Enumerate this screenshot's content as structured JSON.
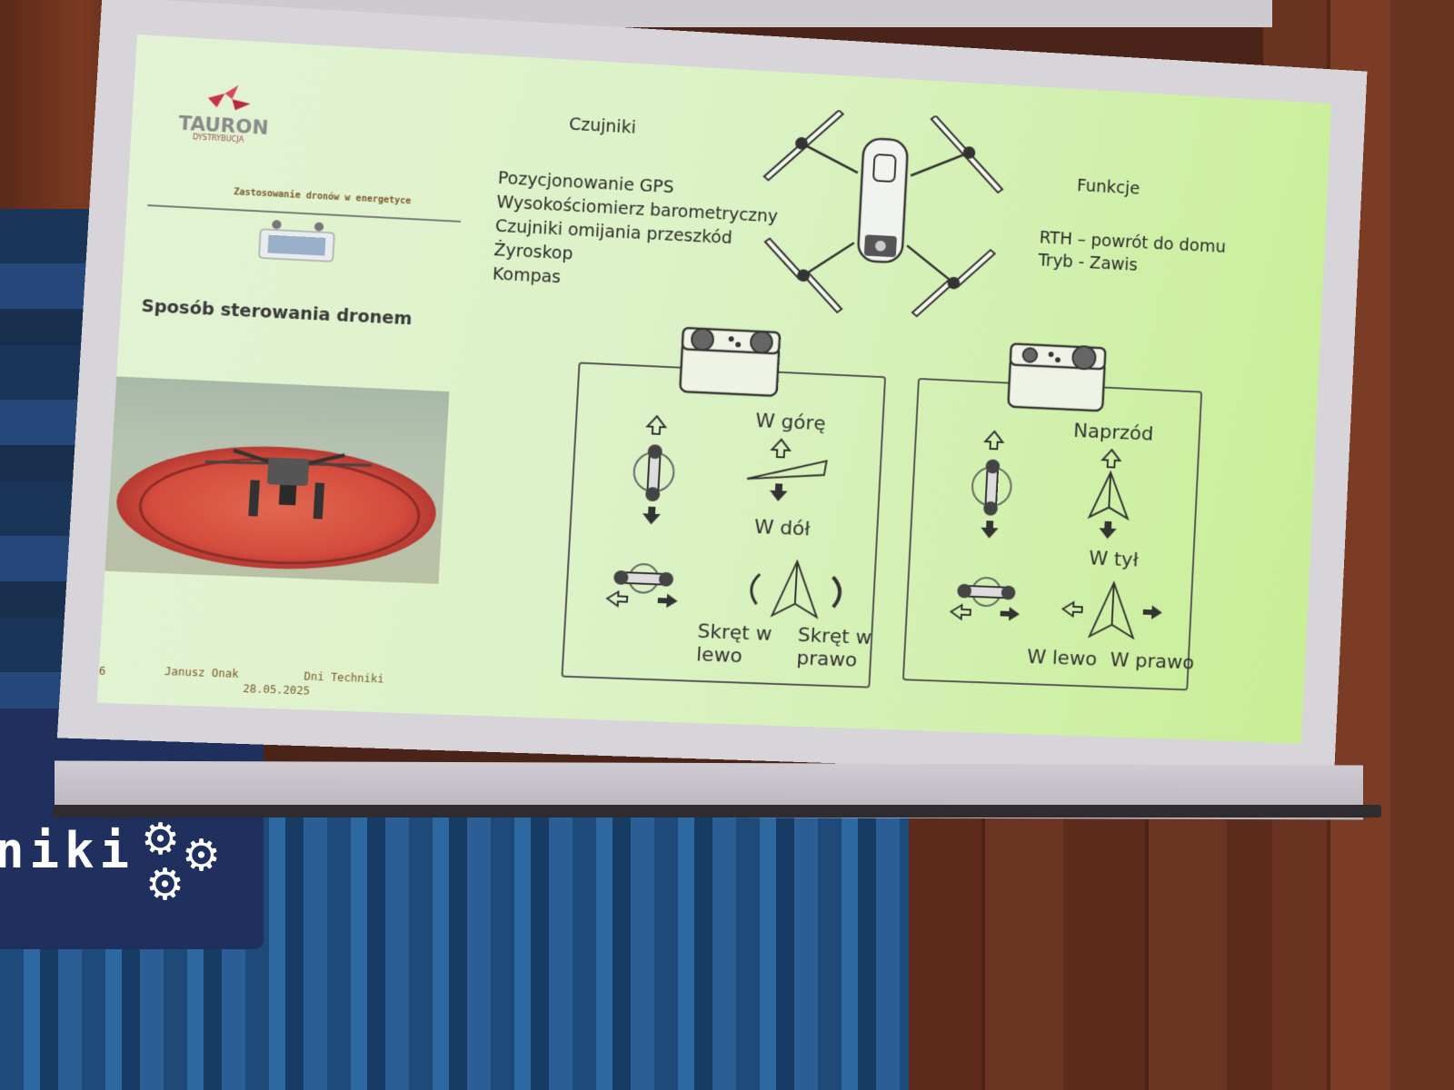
{
  "slide": {
    "logo_word": "TAURON",
    "logo_sub": "DYSTRYBUCJA",
    "section_title": "Zastosowanie dronów w energetyce",
    "heading": "Sposób sterowania dronem",
    "sensors_title": "Czujniki",
    "sensors": [
      "Pozycjonowanie GPS",
      "Wysokościomierz barometryczny",
      "Czujniki omijania przeszkód",
      "Żyroskop",
      "Kompas"
    ],
    "functions_title": "Funkcje",
    "functions": [
      "RTH – powrót do domu",
      "Tryb - Zawis"
    ],
    "left_controls": {
      "up": "W górę",
      "down": "W dół",
      "turn_left": [
        "Skręt w",
        "lewo"
      ],
      "turn_right": [
        "Skręt w",
        "prawo"
      ]
    },
    "right_controls": {
      "forward": "Naprzód",
      "back": "W tył",
      "left": "W lewo",
      "right": "W prawo"
    },
    "footer": {
      "page": "6",
      "author": "Janusz Onak",
      "event": "Dni Techniki",
      "date": "28.05.2025"
    }
  },
  "room": {
    "banner_text": "niki"
  },
  "colors": {
    "slide_bg": "#dcf2c6",
    "logo_red": "#c8334a",
    "curtain_blue": "#2e68a0",
    "wood": "#6a3220"
  }
}
